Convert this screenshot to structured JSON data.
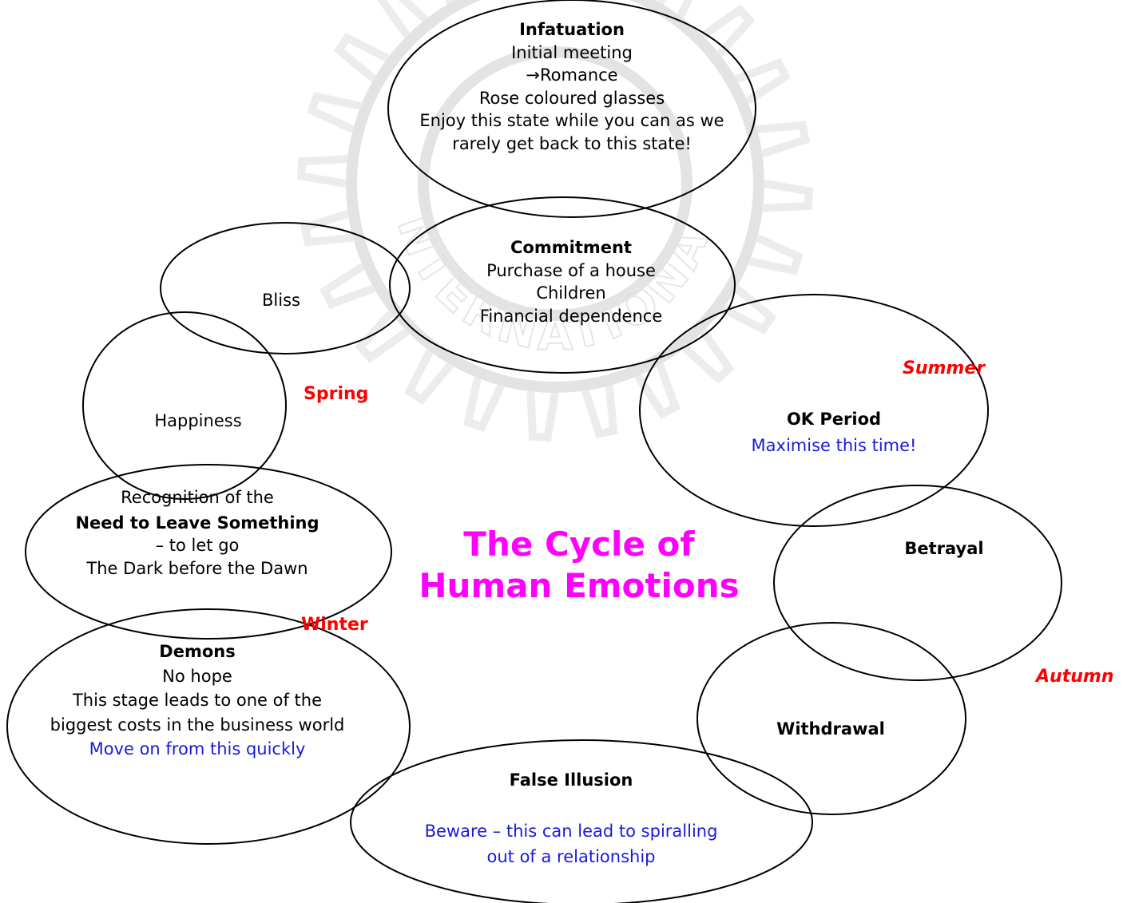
{
  "title": {
    "line1": "The Cycle of",
    "line2": "Human Emotions",
    "color": "#ff00ff"
  },
  "stages": {
    "infatuation": {
      "heading": "Infatuation",
      "lines": [
        "Initial meeting",
        "→Romance",
        "Rose coloured glasses",
        "Enjoy this state while you can as we",
        "rarely get back to this state!"
      ]
    },
    "commitment": {
      "heading": "Commitment",
      "lines": [
        "Purchase of a house",
        "Children",
        "Financial dependence"
      ]
    },
    "bliss": {
      "label": "Bliss"
    },
    "happiness": {
      "label": "Happiness"
    },
    "ok_period": {
      "heading": "OK Period",
      "note": "Maximise this time!"
    },
    "betrayal": {
      "heading": "Betrayal"
    },
    "withdrawal": {
      "heading": "Withdrawal"
    },
    "false_illusion": {
      "heading": "False Illusion",
      "note_lines": [
        "Beware – this can lead to spiralling",
        "out of a relationship"
      ]
    },
    "demons": {
      "heading": "Demons",
      "lines": [
        "No hope",
        "This stage leads to one of the",
        "biggest costs in the business world"
      ],
      "note": "Move on from this quickly"
    },
    "recognition": {
      "line1": "Recognition of the",
      "heading": "Need to Leave Something",
      "lines": [
        "– to let go",
        "The Dark before the Dawn"
      ]
    }
  },
  "seasons": {
    "spring": "Spring",
    "summer": "Summer",
    "autumn": "Autumn",
    "winter": "Winter",
    "color": "#ff0000"
  },
  "colors": {
    "note_text": "#1a1adb",
    "outline": "#000000",
    "watermark": "#e6e6e6"
  },
  "watermark": {
    "description_icon": "rotary-gear-watermark-icon",
    "text": "INTERNATIONAL"
  }
}
